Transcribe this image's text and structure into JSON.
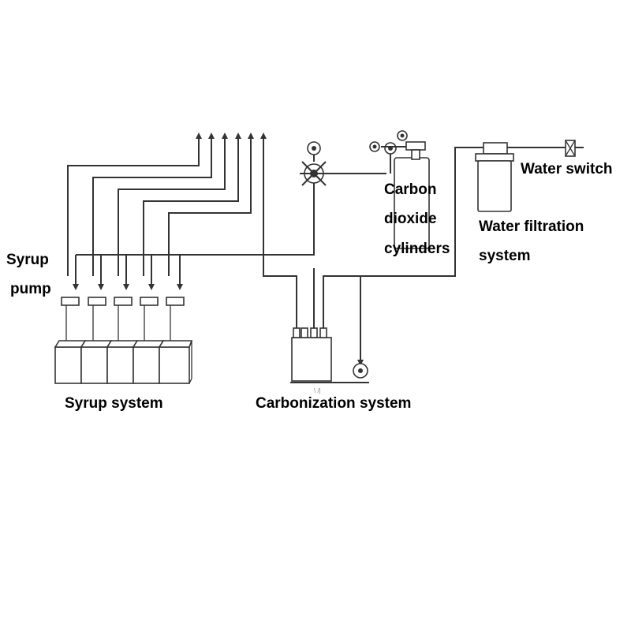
{
  "labels": {
    "syrup_pump": [
      "Syrup",
      "pump"
    ],
    "syrup_system": "Syrup system",
    "carbonization_system": "Carbonization system",
    "co2_cylinders": [
      "Carbon",
      "dioxide",
      "cylinders"
    ],
    "water_filtration": [
      "Water filtration",
      "system"
    ],
    "water_switch": "Water switch"
  },
  "counts": {
    "syrup_lines": 5
  }
}
